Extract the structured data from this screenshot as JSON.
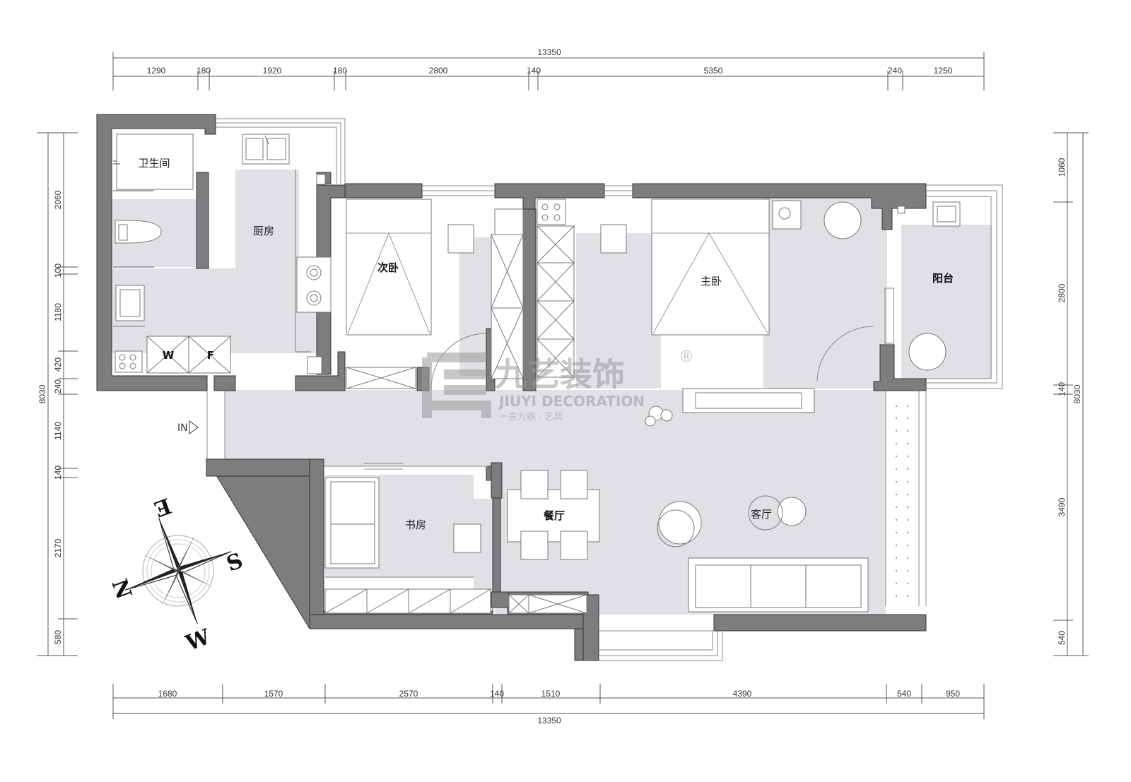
{
  "dimensions": {
    "top_total": "13350",
    "top": [
      "1290",
      "180",
      "1920",
      "180",
      "2800",
      "140",
      "5350",
      "240",
      "1250"
    ],
    "bottom_total": "13350",
    "bottom": [
      "1680",
      "1570",
      "2570",
      "140",
      "1510",
      "4390",
      "540",
      "950"
    ],
    "left_total": "8030",
    "left": [
      "2060",
      "100",
      "1180",
      "420",
      "240",
      "1140",
      "140",
      "2170",
      "580"
    ],
    "right_total": "8030",
    "right": [
      "1060",
      "2800",
      "140",
      "3490",
      "540"
    ]
  },
  "rooms": {
    "bathroom": "卫生间",
    "kitchen": "厨房",
    "second_bedroom": "次卧",
    "master_bedroom": "主卧",
    "balcony": "阳台",
    "study": "书房",
    "dining": "餐厅",
    "living": "客厅"
  },
  "appliances": {
    "washer": "W",
    "fridge": "F"
  },
  "entrance": "IN",
  "compass": {
    "north": "N",
    "south": "S",
    "east": "E",
    "west": "W"
  },
  "watermark": {
    "brand_cn": "九艺装饰",
    "brand_en": "JIUYI DECORATION",
    "tagline": "一言九鼎 · 艺装",
    "registered": "®"
  }
}
